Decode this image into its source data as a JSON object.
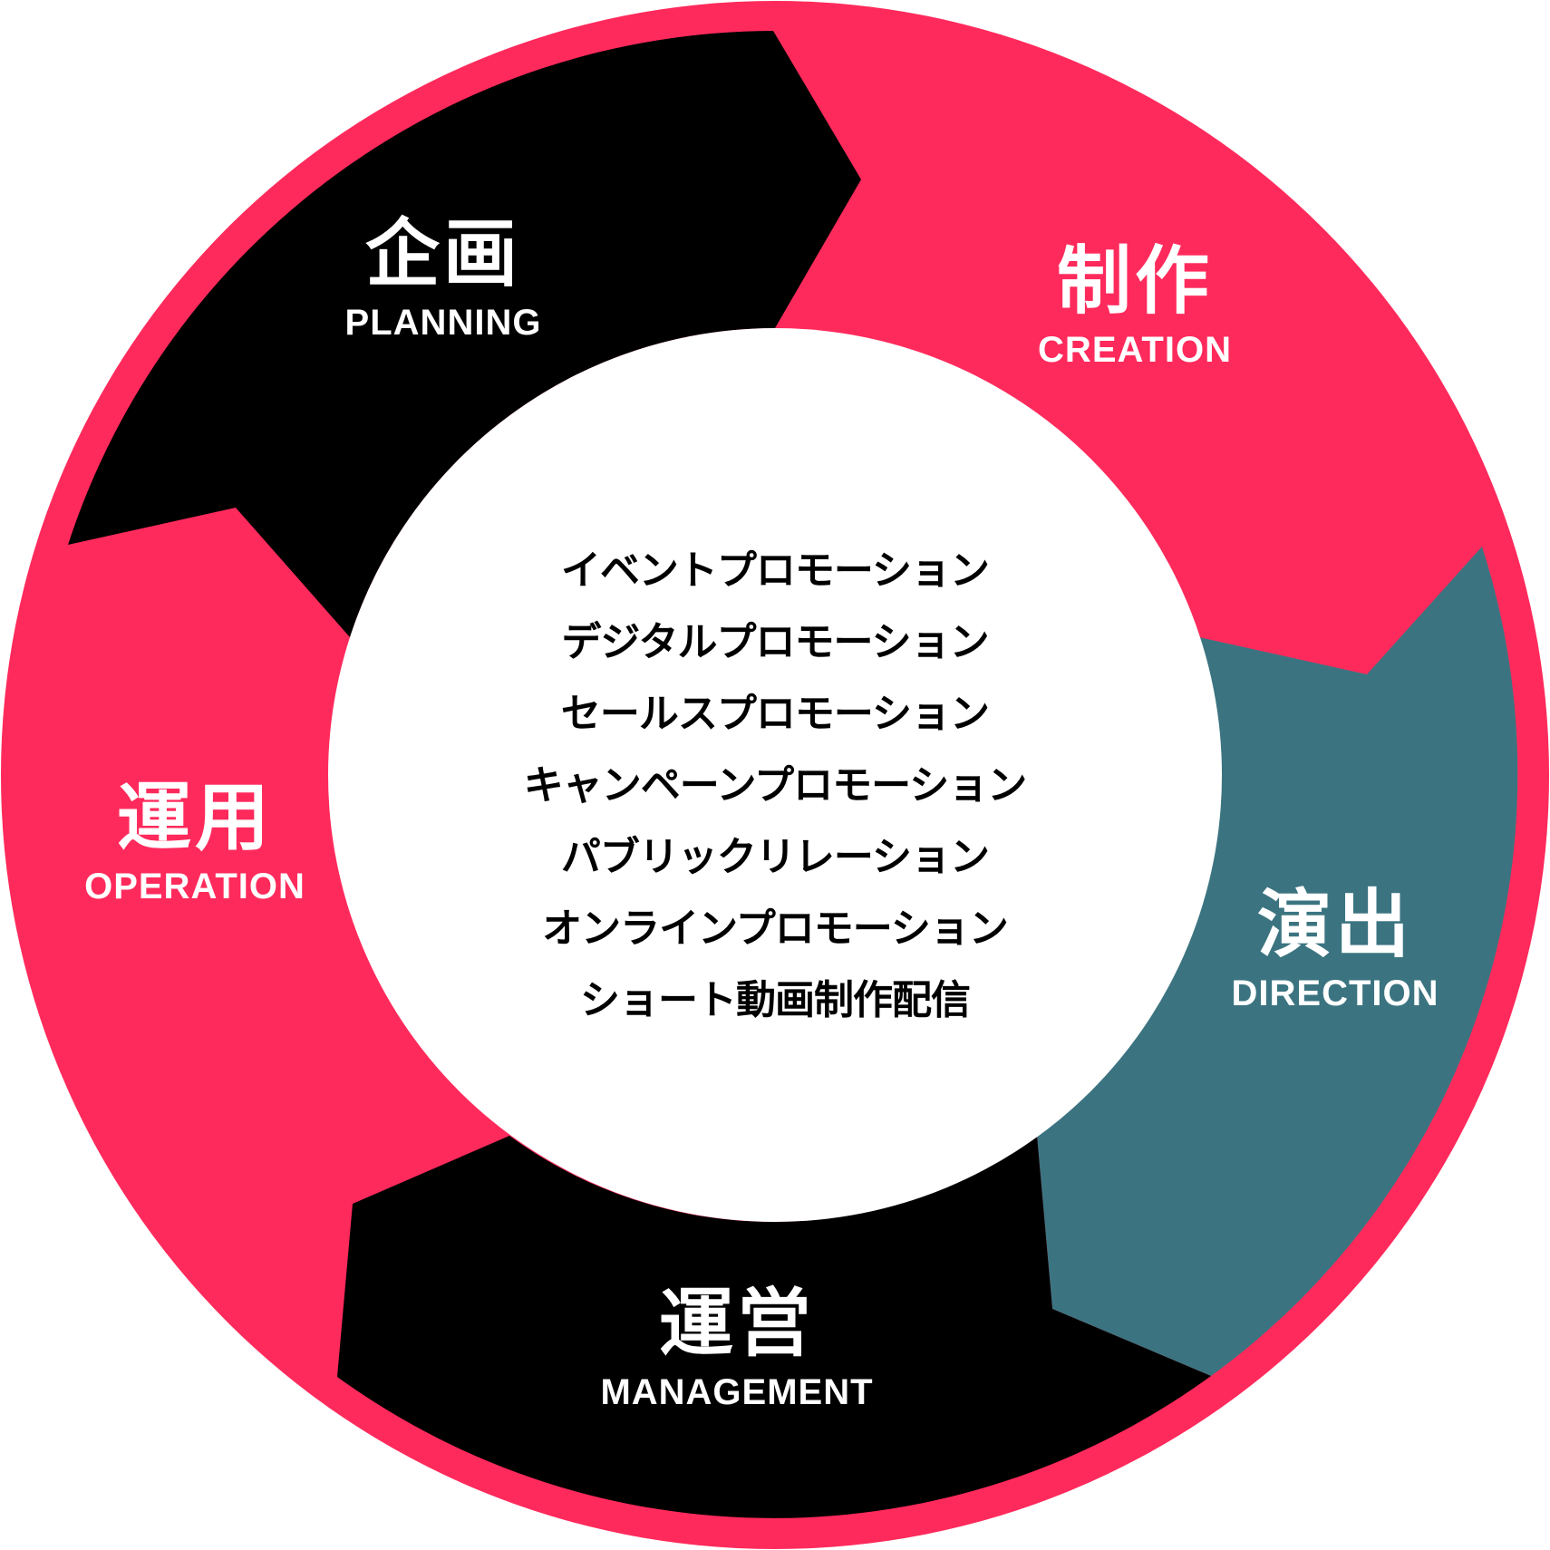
{
  "colors": {
    "accent_pink": "#FF2A5C",
    "black": "#000000",
    "teal": "#3B7480",
    "center_bg": "#FFFFFF",
    "label_text": "#FFFFFF",
    "list_text": "#000000"
  },
  "cycle": {
    "segments": [
      {
        "id": "planning",
        "jp": "企画",
        "en": "PLANNING",
        "color": "#000000"
      },
      {
        "id": "creation",
        "jp": "制作",
        "en": "CREATION",
        "color": "#FF2A5C"
      },
      {
        "id": "direction",
        "jp": "演出",
        "en": "DIRECTION",
        "color": "#3B7480"
      },
      {
        "id": "management",
        "jp": "運営",
        "en": "MANAGEMENT",
        "color": "#000000"
      },
      {
        "id": "operation",
        "jp": "運用",
        "en": "OPERATION",
        "color": "#FF2A5C"
      }
    ]
  },
  "center": {
    "services": [
      "イベントプロモーション",
      "デジタルプロモーション",
      "セールスプロモーション",
      "キャンペーンプロモーション",
      "パブリックリレーション",
      "オンラインプロモーション",
      "ショート動画制作配信"
    ]
  }
}
